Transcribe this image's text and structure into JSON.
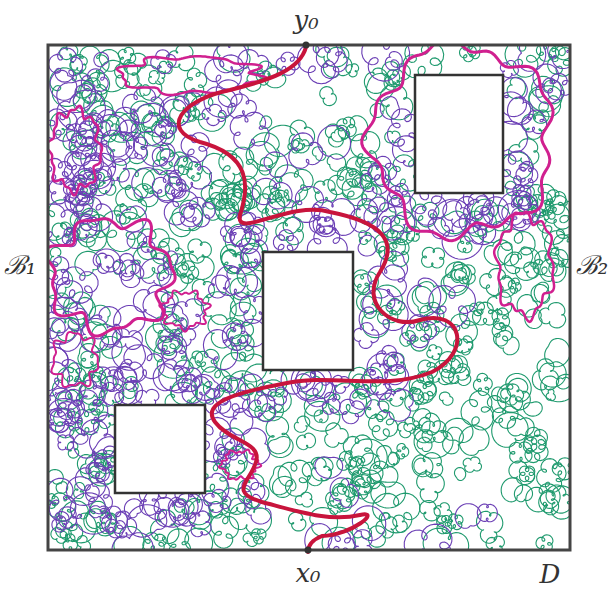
{
  "diagram": {
    "labels": [
      "y₀",
      "x₀",
      "ℬ₁",
      "ℬ₂",
      "D"
    ]
  }
}
